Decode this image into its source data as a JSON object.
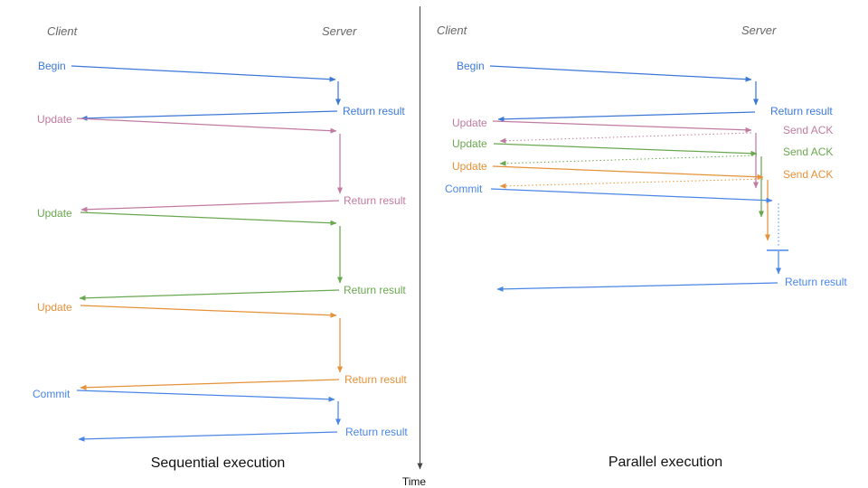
{
  "palette": {
    "blue": "#3c78d8",
    "light_blue": "#4a86e8",
    "pink": "#c27ba0",
    "green": "#6aa84f",
    "orange": "#e69138",
    "header_gray": "#666666",
    "axis_gray": "#444444"
  },
  "time_axis": {
    "label": "Time"
  },
  "sequential": {
    "title": "Sequential execution",
    "client_label": "Client",
    "server_label": "Server",
    "messages": [
      {
        "label": "Begin",
        "color": "blue",
        "response": "Return result",
        "response_style": "solid"
      },
      {
        "label": "Update",
        "color": "pink",
        "response": "Return result",
        "response_style": "solid"
      },
      {
        "label": "Update",
        "color": "green",
        "response": "Return result",
        "response_style": "solid"
      },
      {
        "label": "Update",
        "color": "orange",
        "response": "Return result",
        "response_style": "solid"
      },
      {
        "label": "Commit",
        "color": "light_blue",
        "response": "Return result",
        "response_style": "solid"
      }
    ]
  },
  "parallel": {
    "title": "Parallel execution",
    "client_label": "Client",
    "server_label": "Server",
    "messages": [
      {
        "label": "Begin",
        "color": "blue",
        "response": "Return result",
        "response_style": "solid"
      },
      {
        "label": "Update",
        "color": "pink",
        "response": "Send ACK",
        "response_style": "dotted"
      },
      {
        "label": "Update",
        "color": "green",
        "response": "Send ACK",
        "response_style": "dotted"
      },
      {
        "label": "Update",
        "color": "orange",
        "response": "Send ACK",
        "response_style": "dotted"
      },
      {
        "label": "Commit",
        "color": "light_blue",
        "response": "Return result",
        "response_style": "solid"
      }
    ]
  }
}
